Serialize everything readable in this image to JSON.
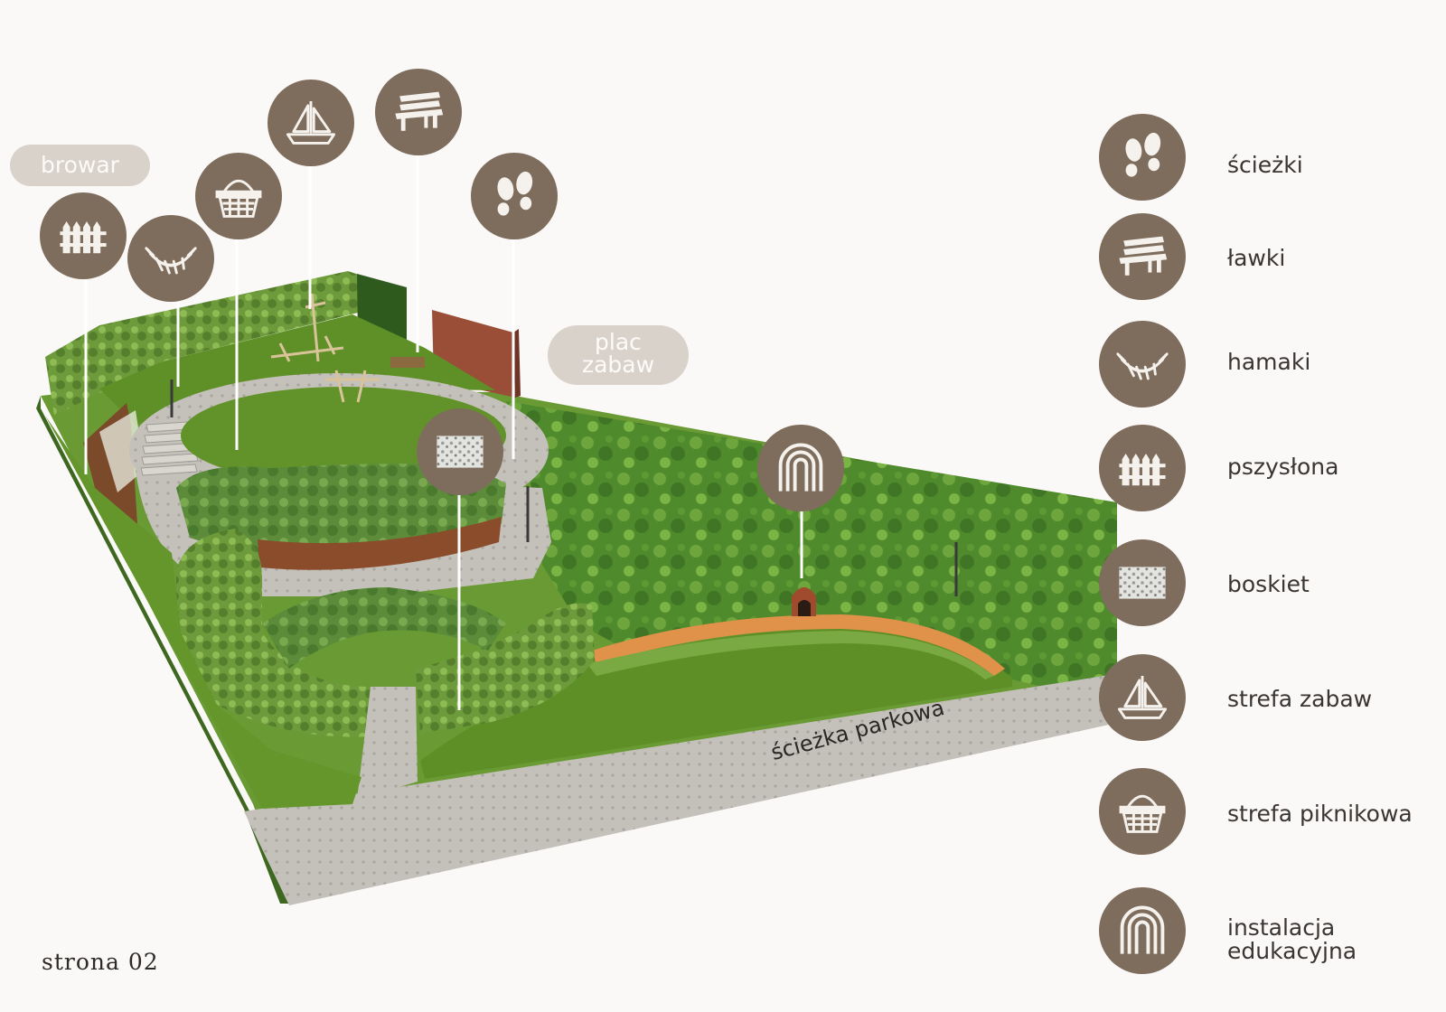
{
  "colors": {
    "badge": "#7e6d5c",
    "badge_icon": "#f5f1ec",
    "pill_bg": "#d9d2ca",
    "pill_text": "#fdfbf8",
    "lawn": "#5d8a2a",
    "meadow": "#4f8a2c",
    "paving": "#b9b4ad",
    "brick": "#9a4e38"
  },
  "area_labels": {
    "browar": "browar",
    "plac_zabaw": "plac\nzabaw",
    "sciezka_parkowa": "ścieżka parkowa"
  },
  "legend": [
    {
      "icon": "footprints-icon",
      "label": "ścieżki"
    },
    {
      "icon": "bench-icon",
      "label": "ławki"
    },
    {
      "icon": "hammock-icon",
      "label": "hamaki"
    },
    {
      "icon": "fence-icon",
      "label": "pszysłona"
    },
    {
      "icon": "hedge-icon",
      "label": "boskiet"
    },
    {
      "icon": "sailboat-icon",
      "label": "strefa zabaw"
    },
    {
      "icon": "picnic-basket-icon",
      "label": "strefa piknikowa"
    },
    {
      "icon": "arch-icon",
      "label": "instalacja\nedukacyjna"
    }
  ],
  "map_pins": [
    {
      "icon": "fence-icon"
    },
    {
      "icon": "hammock-icon"
    },
    {
      "icon": "picnic-basket-icon"
    },
    {
      "icon": "sailboat-icon"
    },
    {
      "icon": "bench-icon"
    },
    {
      "icon": "footprints-icon"
    },
    {
      "icon": "hedge-icon"
    },
    {
      "icon": "arch-icon"
    }
  ],
  "footer": "strona 02"
}
